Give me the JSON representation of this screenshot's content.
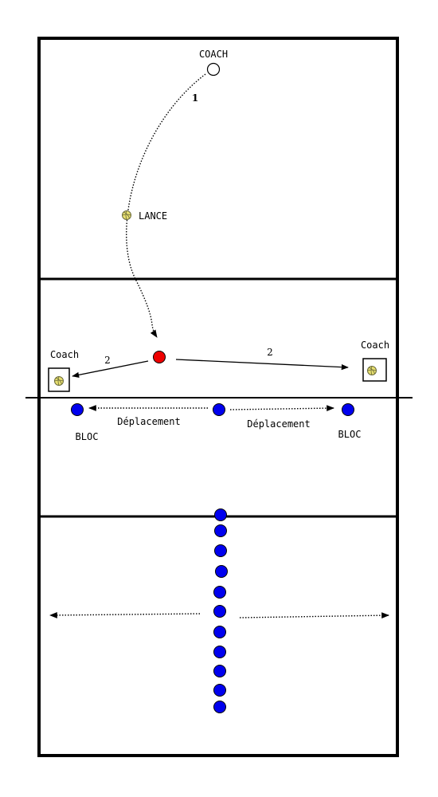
{
  "labels": {
    "coach_top": "COACH",
    "step_1": "1",
    "lance": "LANCE",
    "coach_left": "Coach",
    "coach_right": "Coach",
    "step_2_left": "2",
    "step_2_right": "2",
    "deplacement_left": "Déplacement",
    "deplacement_right": "Déplacement",
    "bloc_left": "BLOC",
    "bloc_right": "BLOC"
  },
  "colors": {
    "line": "#000000",
    "player_blue": "#0000ee",
    "player_red": "#ee0000",
    "coach_fill": "#ffffff",
    "ball_yellow": "#e8e070",
    "ball_line": "#6a6a3a"
  },
  "icons": {
    "coach": "coach-circle-icon",
    "ball": "volleyball-icon",
    "player": "player-dot-icon",
    "setter": "setter-dot-icon"
  }
}
